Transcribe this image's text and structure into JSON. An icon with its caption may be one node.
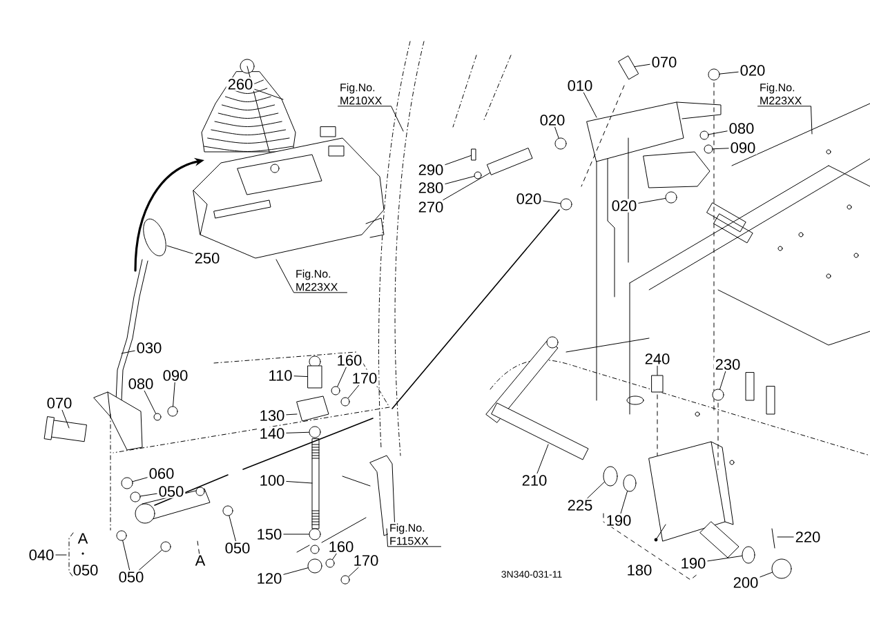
{
  "diagram": {
    "nodes": [
      {
        "text": [
          "260"
        ]
      },
      {
        "text": [
          "Fig.No. M210XX"
        ]
      },
      {
        "text": [
          "250"
        ]
      },
      {
        "text": [
          "Fig.No. M223XX"
        ]
      },
      {
        "text": [
          "070"
        ]
      },
      {
        "text": [
          "020"
        ]
      },
      {
        "text": [
          "010"
        ]
      },
      {
        "text": [
          "Fig.No. M223XX"
        ]
      },
      {
        "text": [
          "020"
        ]
      },
      {
        "text": [
          "080"
        ]
      },
      {
        "text": [
          "090"
        ]
      },
      {
        "text": [
          "290"
        ]
      },
      {
        "text": [
          "280"
        ]
      },
      {
        "text": [
          "270"
        ]
      },
      {
        "text": [
          "020"
        ]
      },
      {
        "text": [
          "020"
        ]
      },
      {
        "text": [
          "030"
        ]
      },
      {
        "text": [
          "110"
        ]
      },
      {
        "text": [
          "160"
        ]
      },
      {
        "text": [
          "090"
        ]
      },
      {
        "text": [
          "170"
        ]
      },
      {
        "text": [
          "080"
        ]
      },
      {
        "text": [
          "070"
        ]
      },
      {
        "text": [
          "130"
        ]
      },
      {
        "text": [
          "140"
        ]
      },
      {
        "text": [
          "060"
        ]
      },
      {
        "text": [
          "100"
        ]
      },
      {
        "text": [
          "050"
        ]
      },
      {
        "text": [
          "240"
        ]
      },
      {
        "text": [
          "230"
        ]
      },
      {
        "text": [
          "210"
        ]
      },
      {
        "text": [
          "225"
        ]
      },
      {
        "text": [
          "190"
        ]
      },
      {
        "text": [
          "150"
        ]
      },
      {
        "text": [
          "220"
        ]
      },
      {
        "text": [
          "050"
        ]
      },
      {
        "text": [
          "160"
        ]
      },
      {
        "text": [
          "040"
        ]
      },
      {
        "text": [
          "A"
        ]
      },
      {
        "text": [
          "190"
        ]
      },
      {
        "text": [
          "Fig.No. F115XX"
        ]
      },
      {
        "text": [
          "170"
        ]
      },
      {
        "text": [
          "050"
        ]
      },
      {
        "text": [
          "120"
        ]
      },
      {
        "text": [
          "200"
        ]
      },
      {
        "text": [],
        "shape": "box"
      },
      {
        "text": [],
        "shape": "circle"
      },
      {
        "text": [],
        "shape": "circle"
      },
      {
        "text": [],
        "shape": "circle"
      },
      {
        "text": [],
        "shape": "circle"
      },
      {
        "text": [],
        "shape": "circle"
      },
      {
        "text": [],
        "shape": "bar"
      },
      {
        "text": [],
        "shape": "circle"
      },
      {
        "text": [],
        "shape": "circle"
      },
      {
        "text": [],
        "shape": "box"
      },
      {
        "text": [],
        "shape": "circle"
      },
      {
        "text": [],
        "shape": "circle"
      },
      {
        "text": [],
        "shape": "circle"
      },
      {
        "text": [],
        "shape": "circle"
      },
      {
        "text": [],
        "shape": "circle"
      },
      {
        "text": [],
        "shape": "circle"
      },
      {
        "text": [],
        "shape": "circle"
      },
      {
        "text": [],
        "shape": "box"
      },
      {
        "text": [],
        "shape": "circle"
      },
      {
        "text": [],
        "shape": "ellipse"
      },
      {
        "text": [],
        "shape": "ellipse"
      },
      {
        "text": [],
        "shape": "circle"
      },
      {
        "text": [],
        "shape": "circle"
      },
      {
        "text": [],
        "shape": "circle"
      },
      {
        "text": [],
        "shape": "ellipse"
      },
      {
        "text": [],
        "shape": "circle"
      },
      {
        "text": [],
        "shape": "circle"
      },
      {
        "text": [],
        "shape": "circle"
      },
      {
        "text": [],
        "shape": "circle"
      },
      {
        "text": [],
        "shape": "circle"
      },
      {
        "text": [],
        "shape": "box"
      }
    ],
    "edges": [
      {
        "from": 0,
        "to": null,
        "arrow": "none"
      },
      {
        "from": 1,
        "to": null,
        "arrow": "none"
      },
      {
        "from": 2,
        "to": null,
        "arrow": "none"
      },
      {
        "from": 3,
        "to": null,
        "arrow": "none"
      },
      {
        "from": 4,
        "to": 45,
        "arrow": "none"
      },
      {
        "from": 5,
        "to": 46,
        "arrow": "none"
      },
      {
        "from": 6,
        "to": null,
        "arrow": "none"
      },
      {
        "from": 7,
        "to": null,
        "arrow": "none"
      },
      {
        "from": 8,
        "to": 47,
        "arrow": "none"
      },
      {
        "from": 9,
        "to": 48,
        "arrow": "none"
      },
      {
        "from": 10,
        "to": 49,
        "arrow": "none"
      },
      {
        "from": 11,
        "to": 75,
        "arrow": "none"
      },
      {
        "from": 12,
        "to": 50,
        "arrow": "none"
      },
      {
        "from": 13,
        "to": 51,
        "arrow": "none"
      },
      {
        "from": 14,
        "to": 52,
        "arrow": "none"
      },
      {
        "from": 15,
        "to": 53,
        "arrow": "none"
      },
      {
        "from": 16,
        "to": null,
        "arrow": "none"
      },
      {
        "from": 17,
        "to": 54,
        "arrow": "none"
      },
      {
        "from": 18,
        "to": 55,
        "arrow": "none"
      },
      {
        "from": 19,
        "to": 56,
        "arrow": "none"
      },
      {
        "from": 20,
        "to": 57,
        "arrow": "none"
      },
      {
        "from": 21,
        "to": 58,
        "arrow": "none"
      },
      {
        "from": 22,
        "to": null,
        "arrow": "none"
      },
      {
        "from": 23,
        "to": null,
        "arrow": "none"
      },
      {
        "from": 24,
        "to": 59,
        "arrow": "none"
      },
      {
        "from": 25,
        "to": 60,
        "arrow": "none"
      },
      {
        "from": 26,
        "to": null,
        "arrow": "none"
      },
      {
        "from": 27,
        "to": 61,
        "arrow": "none"
      },
      {
        "from": 28,
        "to": 62,
        "arrow": "none"
      },
      {
        "from": 29,
        "to": 63,
        "arrow": "none"
      },
      {
        "from": 30,
        "to": null,
        "arrow": "none"
      },
      {
        "from": 31,
        "to": 64,
        "arrow": "none"
      },
      {
        "from": 32,
        "to": 65,
        "arrow": "none"
      },
      {
        "from": 33,
        "to": 66,
        "arrow": "none"
      },
      {
        "from": 34,
        "to": null,
        "arrow": "none"
      },
      {
        "from": 35,
        "to": 67,
        "arrow": "none"
      },
      {
        "from": 36,
        "to": 68,
        "arrow": "none"
      },
      {
        "from": 37,
        "to": null,
        "arrow": "none"
      },
      {
        "from": 38,
        "to": null,
        "arrow": "none",
        "style": "dashed"
      },
      {
        "from": 39,
        "to": 69,
        "arrow": "none"
      },
      {
        "from": 40,
        "to": null,
        "arrow": "none"
      },
      {
        "from": 41,
        "to": 70,
        "arrow": "none"
      },
      {
        "from": 42,
        "to": 71,
        "arrow": "none"
      },
      {
        "from": 42,
        "to": 72,
        "arrow": "none"
      },
      {
        "from": 43,
        "to": 73,
        "arrow": "none"
      },
      {
        "from": 44,
        "to": 74,
        "arrow": "none"
      }
    ],
    "labels": [
      "A",
      "050",
      "180",
      "3N340-031-11"
    ]
  }
}
